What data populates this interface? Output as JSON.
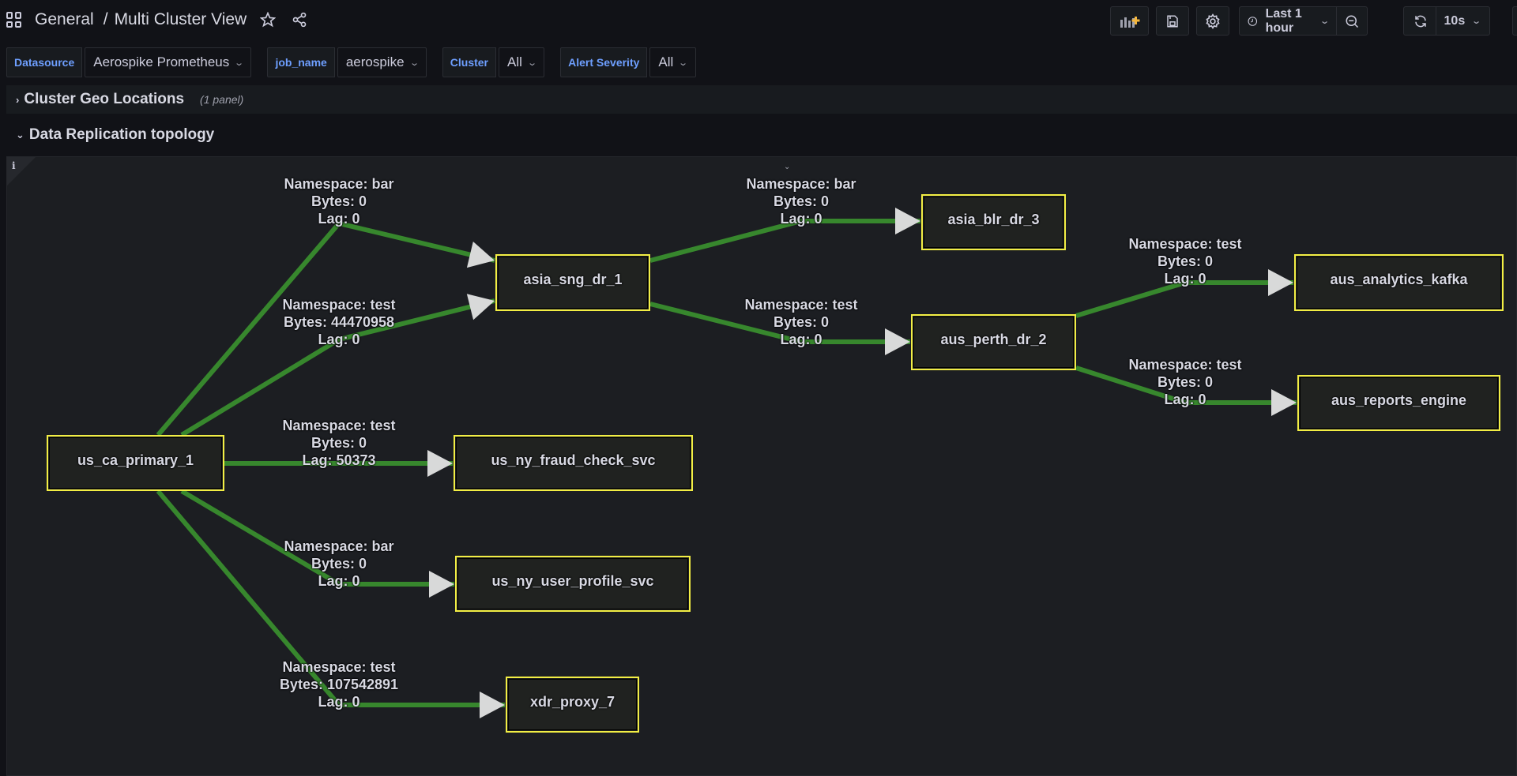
{
  "header": {
    "folder": "General",
    "separator": "/",
    "dashboard_title": "Multi Cluster View",
    "toolbar": {
      "add_panel_icon": "add-panel-icon",
      "save_icon": "save-icon",
      "settings_icon": "gear-icon",
      "time_range": "Last 1 hour",
      "zoom_out_icon": "zoom-out-icon",
      "refresh_icon": "refresh-icon",
      "refresh_interval": "10s"
    }
  },
  "variables": [
    {
      "label": "Datasource",
      "value": "Aerospike Prometheus"
    },
    {
      "label": "job_name",
      "value": "aerospike"
    },
    {
      "label": "Cluster",
      "value": "All"
    },
    {
      "label": "Alert Severity",
      "value": "All"
    }
  ],
  "rows": {
    "collapsed": {
      "title": "Cluster Geo Locations",
      "count": "(1 panel)"
    },
    "open": {
      "title": "Data Replication topology"
    }
  },
  "panel": {
    "info_icon": "i",
    "colors": {
      "edge": "#37872d",
      "node_border": "#f2ee44",
      "arrow": "#d8d9d9"
    },
    "nodes": [
      {
        "id": "us_ca_primary_1",
        "label": "us_ca_primary_1"
      },
      {
        "id": "asia_sng_dr_1",
        "label": "asia_sng_dr_1"
      },
      {
        "id": "us_ny_fraud_check_svc",
        "label": "us_ny_fraud_check_svc"
      },
      {
        "id": "us_ny_user_profile_svc",
        "label": "us_ny_user_profile_svc"
      },
      {
        "id": "xdr_proxy_7",
        "label": "xdr_proxy_7"
      },
      {
        "id": "asia_blr_dr_3",
        "label": "asia_blr_dr_3"
      },
      {
        "id": "aus_perth_dr_2",
        "label": "aus_perth_dr_2"
      },
      {
        "id": "aus_analytics_kafka",
        "label": "aus_analytics_kafka"
      },
      {
        "id": "aus_reports_engine",
        "label": "aus_reports_engine"
      }
    ],
    "edges": [
      {
        "from": "us_ca_primary_1",
        "to": "asia_sng_dr_1",
        "namespace": "Namespace: bar",
        "bytes": "Bytes: 0",
        "lag": "Lag: 0"
      },
      {
        "from": "us_ca_primary_1",
        "to": "asia_sng_dr_1",
        "namespace": "Namespace: test",
        "bytes": "Bytes: 44470958",
        "lag": "Lag: 0"
      },
      {
        "from": "us_ca_primary_1",
        "to": "us_ny_fraud_check_svc",
        "namespace": "Namespace: test",
        "bytes": "Bytes: 0",
        "lag": "Lag: 50373"
      },
      {
        "from": "us_ca_primary_1",
        "to": "us_ny_user_profile_svc",
        "namespace": "Namespace: bar",
        "bytes": "Bytes: 0",
        "lag": "Lag: 0"
      },
      {
        "from": "us_ca_primary_1",
        "to": "xdr_proxy_7",
        "namespace": "Namespace: test",
        "bytes": "Bytes: 107542891",
        "lag": "Lag: 0"
      },
      {
        "from": "asia_sng_dr_1",
        "to": "asia_blr_dr_3",
        "namespace": "Namespace: bar",
        "bytes": "Bytes: 0",
        "lag": "Lag: 0"
      },
      {
        "from": "asia_sng_dr_1",
        "to": "aus_perth_dr_2",
        "namespace": "Namespace: test",
        "bytes": "Bytes: 0",
        "lag": "Lag: 0"
      },
      {
        "from": "aus_perth_dr_2",
        "to": "aus_analytics_kafka",
        "namespace": "Namespace: test",
        "bytes": "Bytes: 0",
        "lag": "Lag: 0"
      },
      {
        "from": "aus_perth_dr_2",
        "to": "aus_reports_engine",
        "namespace": "Namespace: test",
        "bytes": "Bytes: 0",
        "lag": "Lag: 0"
      }
    ]
  }
}
